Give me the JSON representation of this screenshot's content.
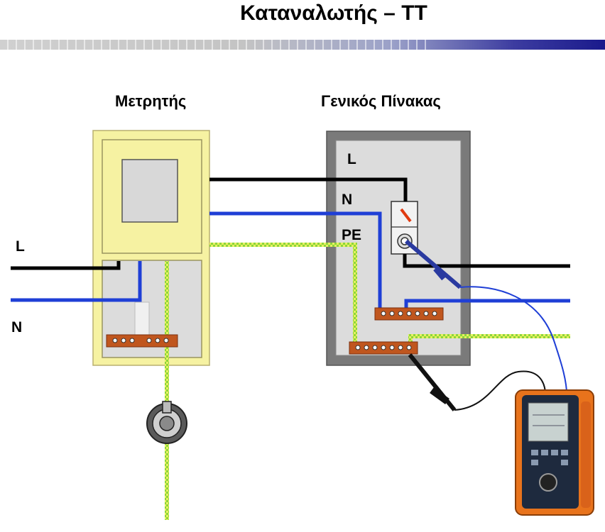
{
  "title": "Καταναλωτής – ΤΤ",
  "headings": {
    "meter": "Μετρητής",
    "panel": "Γενικός Πίνακας"
  },
  "labels": {
    "left_L": "L",
    "left_N": "N",
    "panel_L": "L",
    "panel_N": "N",
    "panel_PE": "PE"
  },
  "colors": {
    "line": "#000000",
    "neutral": "#1f3fd6",
    "earth_green": "#8bd63c",
    "earth_yellow": "#e8f060",
    "meter_box": "#f6f2a2",
    "panel_frame": "#7a7a7a",
    "panel_inner": "#dcdcdc",
    "busbar": "#c0561e",
    "tester_body": "#e8731c"
  }
}
